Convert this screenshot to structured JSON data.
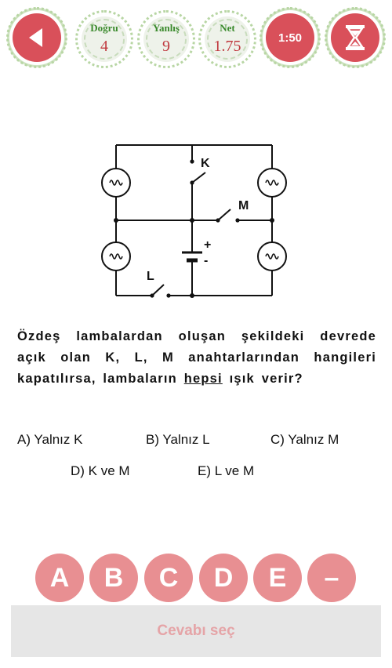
{
  "header": {
    "back_icon": "back-arrow-icon",
    "correct": {
      "label": "Doğru",
      "value": "4"
    },
    "wrong": {
      "label": "Yanlış",
      "value": "9"
    },
    "net": {
      "label": "Net",
      "value": "1.75"
    },
    "timer": "1:50",
    "hourglass_icon": "hourglass-icon"
  },
  "diagram": {
    "switch_k": "K",
    "switch_m": "M",
    "switch_l": "L",
    "battery_plus": "+",
    "battery_minus": "-"
  },
  "question": {
    "part1": "Özdeş lambalardan oluşan şekildeki devrede açık olan K, L, M anahtarlarından hangileri kapatılırsa, lambaların ",
    "highlight": "hepsi",
    "part2": " ışık verir?"
  },
  "options": {
    "a": "A) Yalnız K",
    "b": "B) Yalnız L",
    "c": "C) Yalnız M",
    "d": "D) K ve M",
    "e": "E) L ve M"
  },
  "answers": [
    "A",
    "B",
    "C",
    "D",
    "E",
    "–"
  ],
  "submit_label": "Cevabı seç",
  "colors": {
    "accent_red": "#d9505a",
    "answer_pink": "#e88f92",
    "label_green": "#3a8a2c",
    "value_red": "#c0393f"
  }
}
